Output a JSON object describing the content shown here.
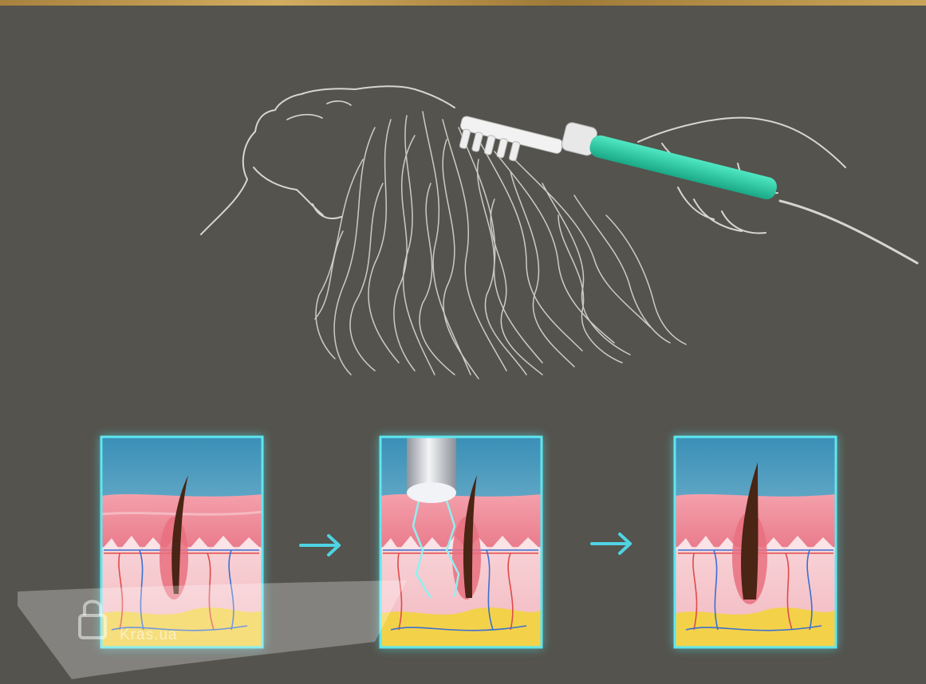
{
  "colors": {
    "background": "#54534d",
    "texture_top": "#b8934a",
    "sketch": "#d6d6d0",
    "device_handle": "#2ecfaa",
    "panel_border": "#5fe6ee",
    "arrow": "#4fd3e3",
    "sky_top": "#3a8fb7",
    "sky_bottom": "#b9dde6",
    "epidermis": "#f08a98",
    "dermis": "#f6c6cc",
    "fat": "#f3d24a",
    "vein_red": "#e04a4a",
    "vein_blue": "#3c6fd1",
    "hair": "#4a2414",
    "electrode": "#c8ccd4",
    "spark": "#8ff0f2"
  },
  "diagram": {
    "illustration": "person-receiving-darsonval-scalp-treatment",
    "steps": [
      {
        "name": "hair-follicle-before",
        "has_electrode": false,
        "hair_strength": 0.45
      },
      {
        "name": "hair-follicle-treatment",
        "has_electrode": true,
        "hair_strength": 0.6
      },
      {
        "name": "hair-follicle-after",
        "has_electrode": false,
        "hair_strength": 1.0
      }
    ],
    "arrow_icon": "arrow-right-icon"
  },
  "watermark": {
    "text": "Kras.ua",
    "icon": "lock-icon"
  }
}
